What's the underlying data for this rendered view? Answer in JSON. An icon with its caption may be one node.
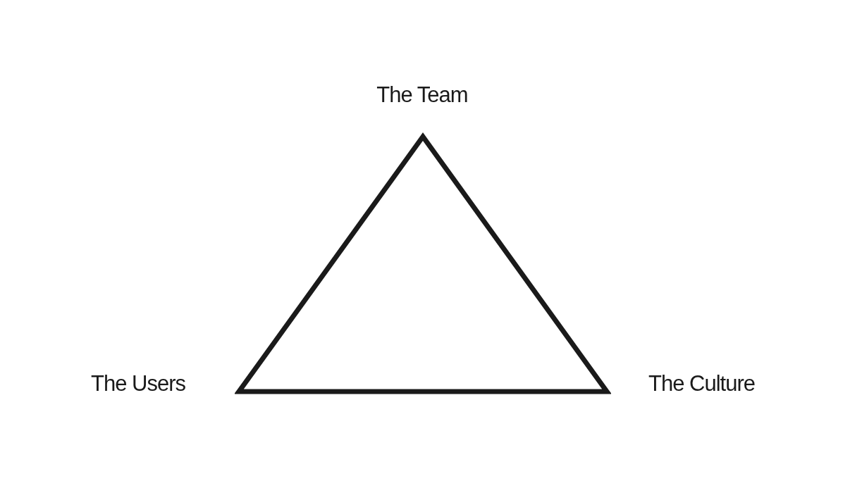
{
  "diagram": {
    "nodes": [
      {
        "text": [],
        "shape": "triangle"
      }
    ],
    "labels": [
      "The Team",
      "The Users",
      "The Culture"
    ]
  }
}
